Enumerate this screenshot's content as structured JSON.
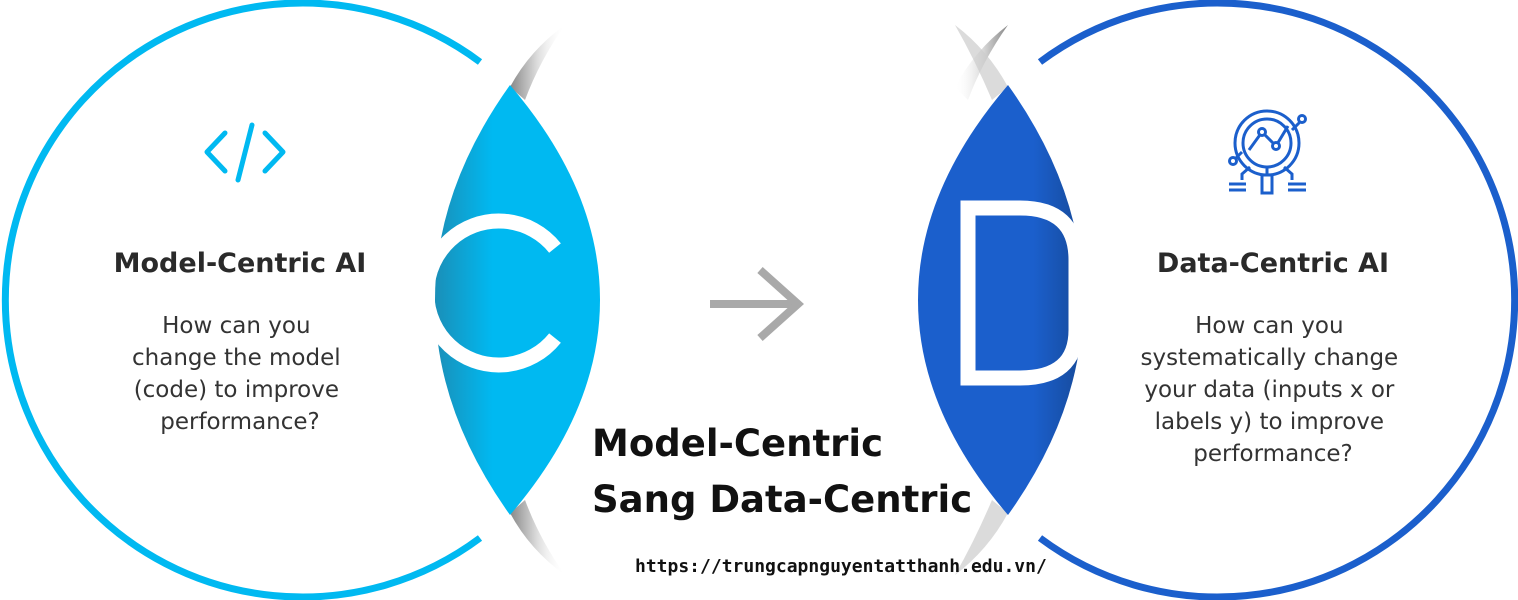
{
  "colors": {
    "cyan": "#00b9f1",
    "blue": "#1b5fcc",
    "arrow": "#a9a9a9"
  },
  "left": {
    "icon": "code-brackets-icon",
    "letter": "C",
    "title": "Model-Centric AI",
    "question_lines": [
      "How can you",
      "change the model",
      "(code) to improve",
      "performance?"
    ]
  },
  "right": {
    "icon": "magnifier-chart-icon",
    "letter": "D",
    "title": "Data-Centric AI",
    "question_lines": [
      "How can you",
      "systematically change",
      "your data (inputs x or",
      "labels y) to improve",
      "performance?"
    ]
  },
  "center": {
    "arrow_icon": "arrow-right-icon",
    "headline_lines": [
      "Model-Centric",
      "Sang Data-Centric"
    ],
    "url": "https://trungcapnguyentatthanh.edu.vn/"
  }
}
